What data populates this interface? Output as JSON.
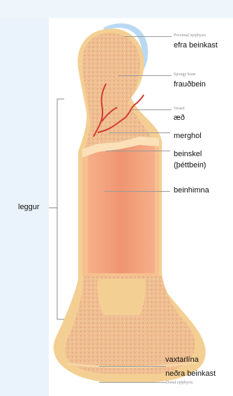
{
  "colors": {
    "bone_outer": "#f4cf93",
    "bone_spongy": "#eaa98a",
    "shaft_compact": "#f3a47d",
    "marrow_cavity": "#ee8d6a",
    "periosteum": "#f6c6a6",
    "cartilage": "#b9d9f2",
    "vessel": "#d33a30",
    "background_light": "#eaf3fb"
  },
  "labels": {
    "proximal_epiphysis_original": "Proximal epiphysis",
    "efra_beinkast": "efra beinkast",
    "spongy_bone_original": "Spongy bone",
    "fraudbein": "frauðbein",
    "vessel_original": "Vessel",
    "aed": "æð",
    "merghol": "merghol",
    "beinskel": "beinskel",
    "thettbein": "(þéttbein)",
    "beinhimna": "beinhimna",
    "leggur": "leggur",
    "vaxtarlina": "vaxtarlína",
    "nedra_beinkast": "neðra beinkast",
    "distal_epiphysis_original": "Distal epiphysis"
  }
}
